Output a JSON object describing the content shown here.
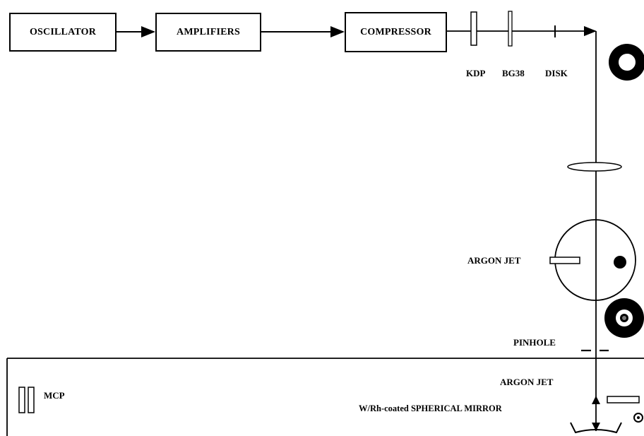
{
  "boxes": {
    "oscillator": "OSCILLATOR",
    "amplifiers": "AMPLIFIERS",
    "compressor": "COMPRESSOR"
  },
  "labels": {
    "kdp": "KDP",
    "bg38": "BG38",
    "disk": "DISK",
    "argon_jet_upper": "ARGON JET",
    "pinhole": "PINHOLE",
    "argon_jet_lower": "ARGON JET",
    "mcp": "MCP",
    "mirror": "W/Rh-coated SPHERICAL MIRROR"
  }
}
